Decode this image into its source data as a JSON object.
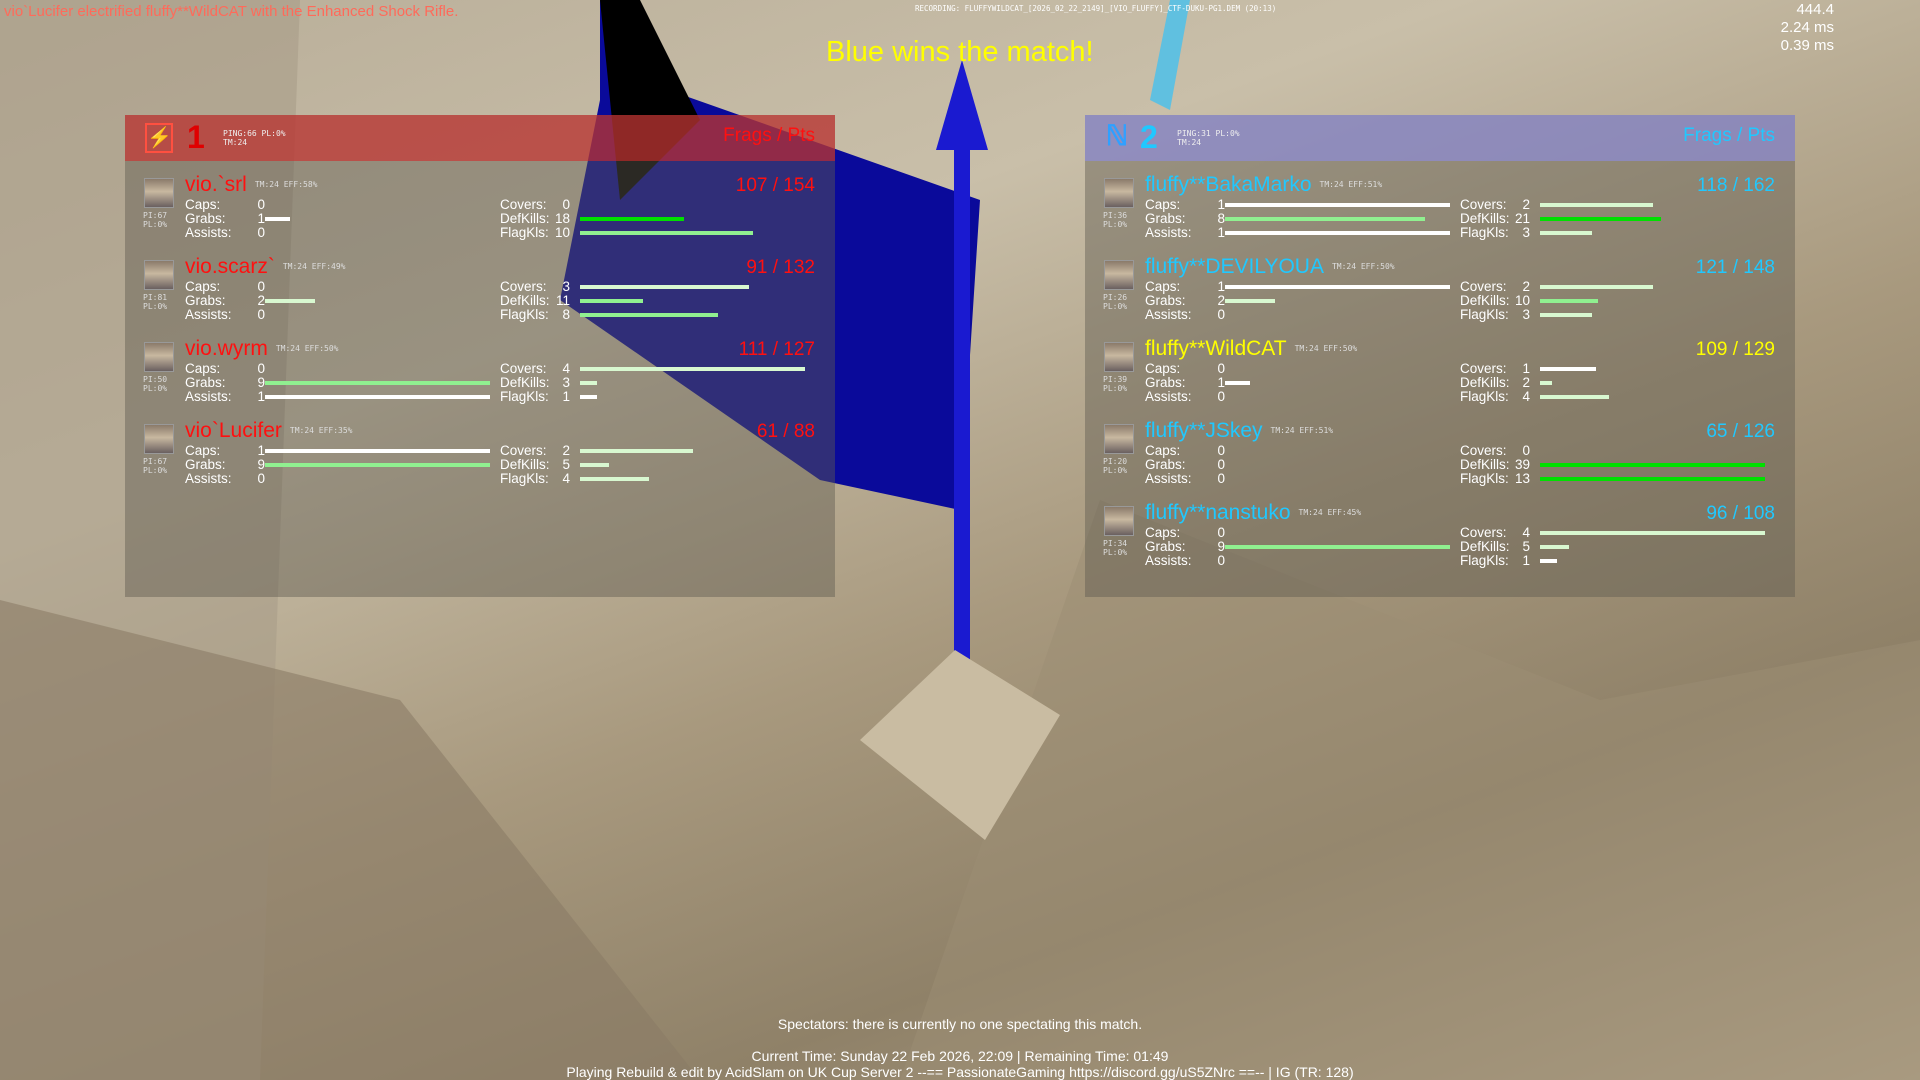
{
  "kill_message": "vio`Lucifer electrified fluffy**WildCAT with the Enhanced Shock Rifle.",
  "recording": "RECORDING: FLUFFYWILDCAT_[2026_02_22_2149]_[VIO_FLUFFY]_CTF-DUKU-PG1.DEM (20:13)",
  "perf": [
    "444.4",
    "2.24 ms",
    "0.39 ms"
  ],
  "winner": "Blue wins the match!",
  "spectators": "Spectators: there is currently no one spectating this match.",
  "current_time": "Current Time: Sunday 22 Feb 2026, 22:09 | Remaining Time: 01:49",
  "server": "Playing Rebuild & edit by AcidSlam on UK Cup Server 2 --== PassionateGaming https://discord.gg/uS5ZNrc ==-- | IG (TR: 128)",
  "colors": {
    "red": "#ff1010",
    "blue": "#20c8ff",
    "self": "#ffff00",
    "kill": "#ff6a5a",
    "bar_white": "#ffffff",
    "bar_pale": "#d8f8d0",
    "bar_light": "#90f090",
    "bar_bright": "#00e000"
  },
  "labels": {
    "left": [
      "Caps:",
      "Grabs:",
      "Assists:"
    ],
    "right": [
      "Covers:",
      "DefKills:",
      "FlagKls:"
    ],
    "frags_pts": "Frags / Pts"
  },
  "teams": [
    {
      "id": "red",
      "num": "1",
      "icon": "team-red-logo",
      "ping": "PING:66 PL:0%",
      "tm": "TM:24",
      "players": [
        {
          "name": "vio.`srl",
          "eff": "TM:24 EFF:58%",
          "pi": "PI:67",
          "pl": "PL:0%",
          "score": "107 / 154",
          "stats": [
            [
              0,
              "white"
            ],
            [
              1,
              "white"
            ],
            [
              0,
              "white"
            ],
            [
              0,
              "white"
            ],
            [
              18,
              "bright"
            ],
            [
              10,
              "light"
            ]
          ]
        },
        {
          "name": "vio.scarz`",
          "eff": "TM:24 EFF:49%",
          "pi": "PI:81",
          "pl": "PL:0%",
          "score": "91 / 132",
          "stats": [
            [
              0,
              "white"
            ],
            [
              2,
              "pale"
            ],
            [
              0,
              "white"
            ],
            [
              3,
              "pale"
            ],
            [
              11,
              "light"
            ],
            [
              8,
              "light"
            ]
          ]
        },
        {
          "name": "vio.wyrm",
          "eff": "TM:24 EFF:50%",
          "pi": "PI:50",
          "pl": "PL:0%",
          "score": "111 / 127",
          "stats": [
            [
              0,
              "white"
            ],
            [
              9,
              "light"
            ],
            [
              1,
              "white"
            ],
            [
              4,
              "pale"
            ],
            [
              3,
              "pale"
            ],
            [
              1,
              "white"
            ]
          ]
        },
        {
          "name": "vio`Lucifer",
          "eff": "TM:24 EFF:35%",
          "pi": "PI:67",
          "pl": "PL:0%",
          "score": "61 / 88",
          "stats": [
            [
              1,
              "white"
            ],
            [
              9,
              "light"
            ],
            [
              0,
              "white"
            ],
            [
              2,
              "pale"
            ],
            [
              5,
              "pale"
            ],
            [
              4,
              "pale"
            ]
          ]
        }
      ]
    },
    {
      "id": "blue",
      "num": "2",
      "icon": "team-blue-logo",
      "ping": "PING:31 PL:0%",
      "tm": "TM:24",
      "players": [
        {
          "name": "fluffy**BakaMarko",
          "eff": "TM:24 EFF:51%",
          "pi": "PI:36",
          "pl": "PL:0%",
          "score": "118 / 162",
          "stats": [
            [
              1,
              "white"
            ],
            [
              8,
              "light"
            ],
            [
              1,
              "white"
            ],
            [
              2,
              "pale"
            ],
            [
              21,
              "bright"
            ],
            [
              3,
              "pale"
            ]
          ]
        },
        {
          "name": "fluffy**DEVILYOUA",
          "eff": "TM:24 EFF:50%",
          "pi": "PI:26",
          "pl": "PL:0%",
          "score": "121 / 148",
          "stats": [
            [
              1,
              "white"
            ],
            [
              2,
              "pale"
            ],
            [
              0,
              "white"
            ],
            [
              2,
              "pale"
            ],
            [
              10,
              "light"
            ],
            [
              3,
              "pale"
            ]
          ]
        },
        {
          "name": "fluffy**WildCAT",
          "self": true,
          "eff": "TM:24 EFF:50%",
          "pi": "PI:39",
          "pl": "PL:0%",
          "score": "109 / 129",
          "stats": [
            [
              0,
              "white"
            ],
            [
              1,
              "white"
            ],
            [
              0,
              "white"
            ],
            [
              1,
              "white"
            ],
            [
              2,
              "pale"
            ],
            [
              4,
              "pale"
            ]
          ]
        },
        {
          "name": "fluffy**JSkey",
          "eff": "TM:24 EFF:51%",
          "pi": "PI:20",
          "pl": "PL:0%",
          "score": "65 / 126",
          "stats": [
            [
              0,
              "white"
            ],
            [
              0,
              "white"
            ],
            [
              0,
              "white"
            ],
            [
              0,
              "white"
            ],
            [
              39,
              "bright"
            ],
            [
              13,
              "bright"
            ]
          ]
        },
        {
          "name": "fluffy**nanstuko",
          "eff": "TM:24 EFF:45%",
          "pi": "PI:34",
          "pl": "PL:0%",
          "score": "96 / 108",
          "stats": [
            [
              0,
              "white"
            ],
            [
              9,
              "light"
            ],
            [
              0,
              "white"
            ],
            [
              4,
              "pale"
            ],
            [
              5,
              "pale"
            ],
            [
              1,
              "white"
            ]
          ]
        }
      ]
    }
  ]
}
